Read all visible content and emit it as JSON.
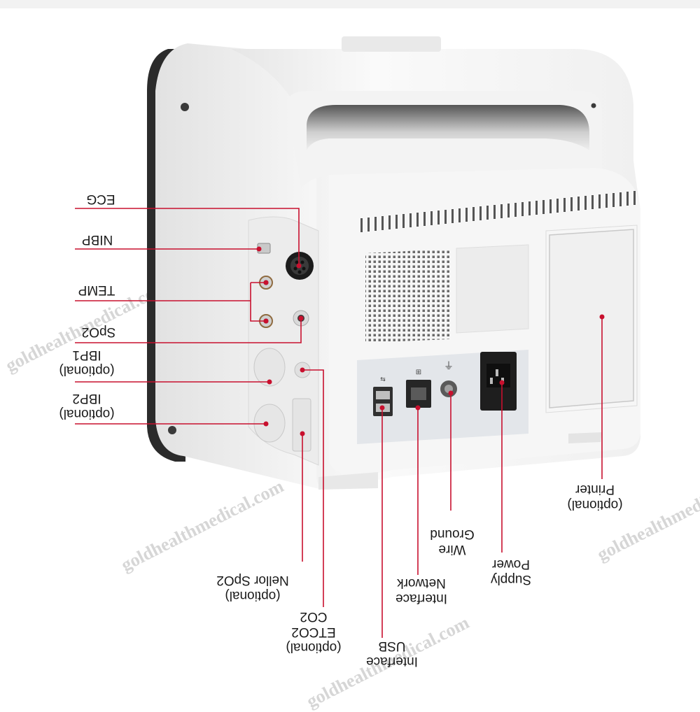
{
  "diagram": {
    "subject": "patient-monitor-rear-view",
    "accent_color": "#c8102e",
    "left_labels": [
      {
        "id": "ecg",
        "text": "ECG"
      },
      {
        "id": "nibp",
        "text": "NIBP"
      },
      {
        "id": "temp",
        "text": "TEMP"
      },
      {
        "id": "spo2",
        "text": "SpO2"
      },
      {
        "id": "ibp1",
        "lines": [
          "IBP1",
          "(optional)"
        ]
      },
      {
        "id": "ibp2",
        "lines": [
          "IBP2",
          "(optional)"
        ]
      }
    ],
    "bottom_labels": [
      {
        "id": "nellor",
        "lines": [
          "Nellor SpO2",
          "(optional)"
        ]
      },
      {
        "id": "co2",
        "lines": [
          "CO2",
          "ETCO2",
          "(optional)"
        ]
      },
      {
        "id": "usb",
        "lines": [
          "USB",
          "Interface"
        ]
      },
      {
        "id": "network",
        "lines": [
          "Network",
          "Interface"
        ]
      },
      {
        "id": "ground",
        "lines": [
          "Ground",
          "Wire"
        ]
      },
      {
        "id": "power",
        "lines": [
          "Power",
          "Supply"
        ]
      },
      {
        "id": "printer",
        "lines": [
          "Printer",
          "(optional)"
        ]
      }
    ],
    "watermark": "goldhealthmedical.com"
  }
}
